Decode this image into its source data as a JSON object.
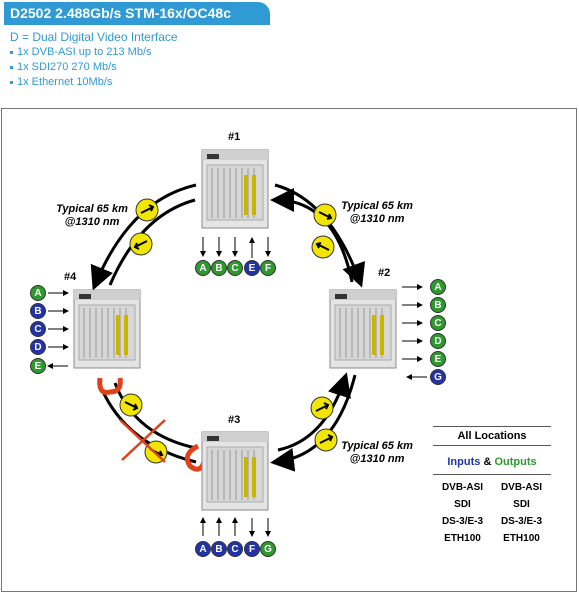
{
  "header": {
    "title": "D2502  2.488Gb/s STM-16x/OC48c"
  },
  "subtitle": "D = Dual Digital Video Interface",
  "bullets": [
    "1x DVB-ASI up to 213 Mb/s",
    "1x SDI270  270 Mb/s",
    "1x Ethernet 10Mb/s"
  ],
  "nodes": {
    "n1": "#1",
    "n2": "#2",
    "n3": "#3",
    "n4": "#4"
  },
  "distance": {
    "line1": "Typical 65 km",
    "line2": "@1310 nm"
  },
  "ports": {
    "n1": [
      "A",
      "B",
      "C",
      "E",
      "F"
    ],
    "n2": [
      "A",
      "B",
      "C",
      "D",
      "E",
      "G"
    ],
    "n3": [
      "A",
      "B",
      "C",
      "F",
      "G"
    ],
    "n4": [
      "A",
      "B",
      "C",
      "D",
      "E"
    ]
  },
  "colors": {
    "input": "#2233aa",
    "output": "#2e9a2e",
    "header": "#2f9ad3",
    "break": "#e0401a",
    "transceiver": "#f2e600"
  },
  "legend": {
    "title": "All Locations",
    "inputs_label": "Inputs",
    "and_label": "&",
    "outputs_label": "Outputs",
    "rows": [
      [
        "DVB-ASI",
        "DVB-ASI"
      ],
      [
        "SDI",
        "SDI"
      ],
      [
        "DS-3/E-3",
        "DS-3/E-3"
      ],
      [
        "ETH100",
        "ETH100"
      ]
    ]
  }
}
